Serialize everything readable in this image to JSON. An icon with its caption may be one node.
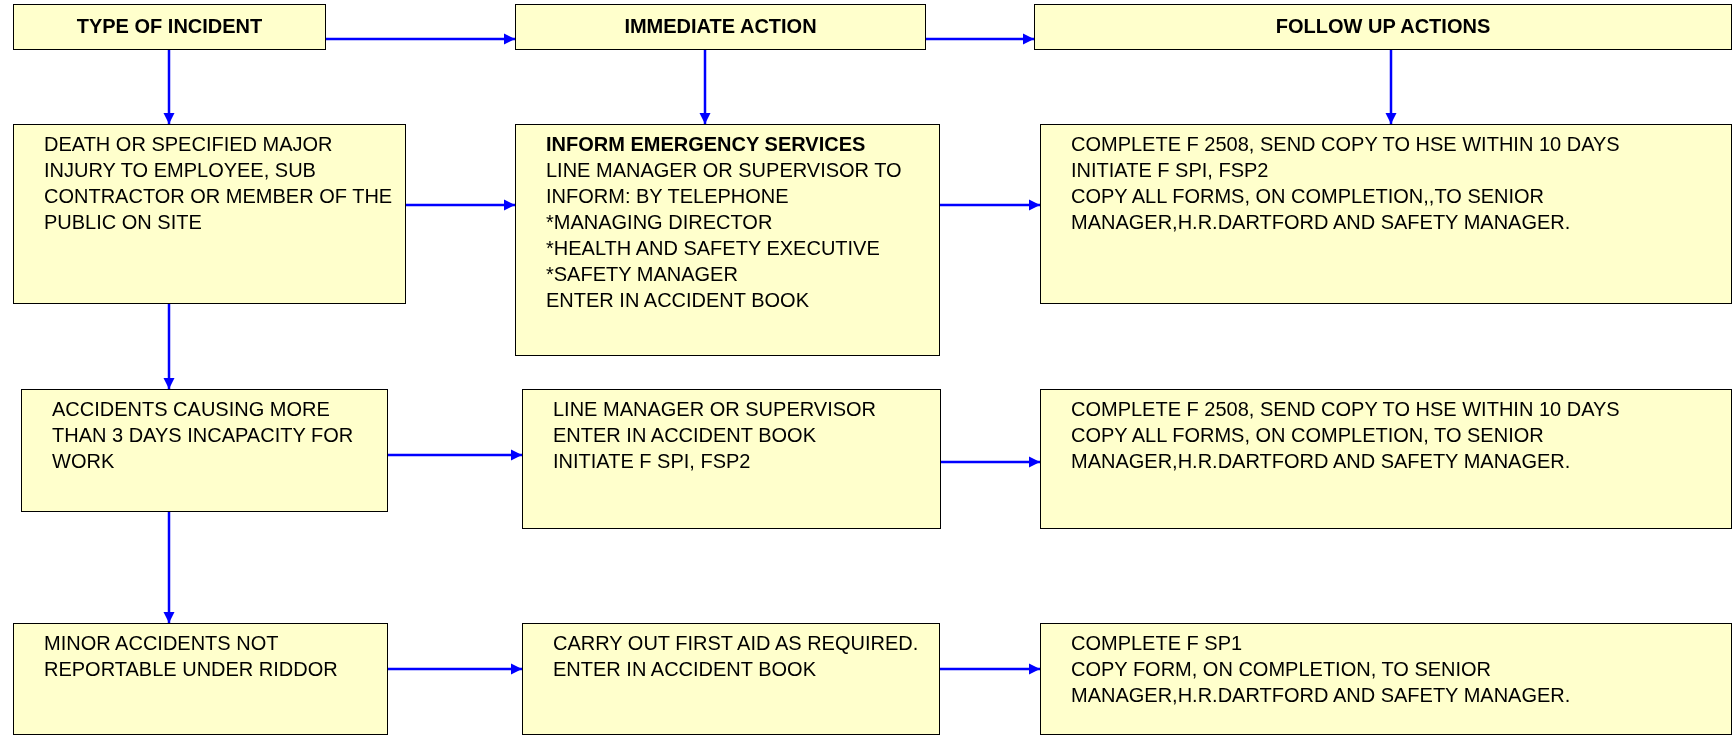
{
  "diagram": {
    "nodes": [
      {
        "text": [
          "TYPE OF INCIDENT"
        ]
      },
      {
        "text": [
          "IMMEDIATE ACTION"
        ]
      },
      {
        "text": [
          "FOLLOW UP ACTIONS"
        ]
      },
      {
        "text": [
          "DEATH OR SPECIFIED MAJOR INJURY TO EMPLOYEE, SUB CONTRACTOR OR MEMBER OF THE PUBLIC ON SITE"
        ]
      },
      {
        "text": [
          "**INFORM EMERGENCY SERVICES**",
          "LINE MANAGER OR SUPERVISOR TO INFORM: BY TELEPHONE",
          "*MANAGING DIRECTOR",
          "*HEALTH AND SAFETY EXECUTIVE",
          "*SAFETY MANAGER",
          "ENTER IN ACCIDENT BOOK"
        ]
      },
      {
        "text": [
          "COMPLETE F 2508, SEND COPY TO HSE WITHIN 10 DAYS",
          "INITIATE F SPI, FSP2",
          "COPY ALL FORMS, ON COMPLETION,,TO SENIOR MANAGER,H.R.DARTFORD AND SAFETY MANAGER."
        ]
      },
      {
        "text": [
          "ACCIDENTS CAUSING MORE THAN 3 DAYS INCAPACITY FOR WORK"
        ]
      },
      {
        "text": [
          "LINE MANAGER OR SUPERVISOR",
          "ENTER IN ACCIDENT BOOK",
          "INITIATE F SPI, FSP2"
        ]
      },
      {
        "text": [
          "COMPLETE F 2508, SEND COPY TO HSE WITHIN 10 DAYS",
          "COPY ALL FORMS, ON COMPLETION, TO SENIOR MANAGER,H.R.DARTFORD AND SAFETY MANAGER."
        ]
      },
      {
        "text": [
          "MINOR ACCIDENTS NOT REPORTABLE UNDER RIDDOR"
        ]
      },
      {
        "text": [
          "CARRY OUT FIRST AID AS REQUIRED.",
          "ENTER IN ACCIDENT BOOK"
        ]
      },
      {
        "text": [
          "COMPLETE F SP1",
          "COPY FORM, ON COMPLETION, TO SENIOR MANAGER,H.R.DARTFORD AND SAFETY MANAGER."
        ]
      }
    ],
    "edges": [
      {
        "from": 0,
        "to": 1,
        "arrow": "to"
      },
      {
        "from": 1,
        "to": 2,
        "arrow": "to"
      },
      {
        "from": 0,
        "to": 3,
        "arrow": "to"
      },
      {
        "from": 1,
        "to": 4,
        "arrow": "to"
      },
      {
        "from": 2,
        "to": 5,
        "arrow": "to"
      },
      {
        "from": 3,
        "to": 4,
        "arrow": "to"
      },
      {
        "from": 4,
        "to": 5,
        "arrow": "to"
      },
      {
        "from": 3,
        "to": 6,
        "arrow": "to"
      },
      {
        "from": 6,
        "to": 7,
        "arrow": "to"
      },
      {
        "from": 7,
        "to": 8,
        "arrow": "to"
      },
      {
        "from": 6,
        "to": 9,
        "arrow": "to"
      },
      {
        "from": 9,
        "to": 10,
        "arrow": "to"
      },
      {
        "from": 10,
        "to": 11,
        "arrow": "to"
      }
    ]
  }
}
